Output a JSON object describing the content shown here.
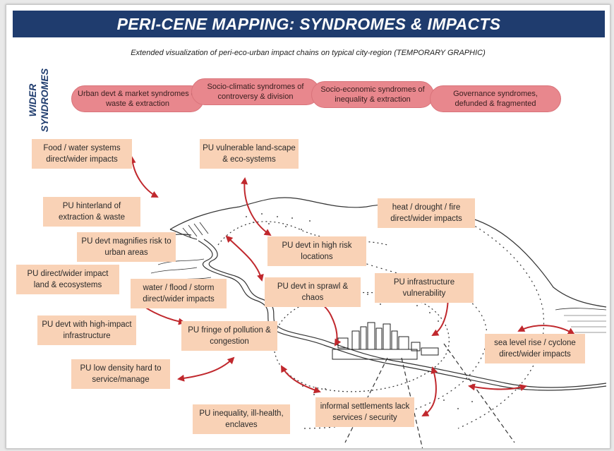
{
  "title": "PERI-CENE MAPPING:  SYNDROMES & IMPACTS",
  "subtitle": "Extended visualization of peri-eco-urban impact chains on typical city-region (TEMPORARY GRAPHIC)",
  "side_label": "WIDER\nSYNDROMES",
  "syndromes": [
    "Urban devt & market syndromes of waste & extraction",
    "Socio-climatic syndromes of controversy & division",
    "Socio-economic syndromes of inequality & extraction",
    "Governance syndromes, defunded & fragmented"
  ],
  "impacts": {
    "food_water": "Food / water systems direct/wider impacts",
    "vulnerable_landscape": "PU vulnerable land-scape & eco-systems",
    "hinterland": "PU hinterland of extraction & waste",
    "heat_drought": "heat / drought / fire direct/wider impacts",
    "magnifies_risk": "PU devt magnifies risk to urban areas",
    "high_risk": "PU devt in high risk locations",
    "direct_wider": "PU direct/wider impact land & ecosystems",
    "water_flood": "water / flood / storm direct/wider impacts",
    "sprawl": "PU devt in sprawl & chaos",
    "infrastructure_vuln": "PU infrastructure vulnerability",
    "high_impact_infra": "PU devt with high-impact infrastructure",
    "fringe_pollution": "PU fringe of pollution & congestion",
    "sea_level": "sea level rise / cyclone direct/wider impacts",
    "low_density": "PU low density hard to service/manage",
    "inequality": "PU inequality, ill-health, enclaves",
    "informal": "informal settlements lack services / security"
  },
  "colors": {
    "header": "#1f3c6e",
    "pill": "#e8878d",
    "box": "#f9d2b6",
    "arrow": "#c0282d"
  }
}
